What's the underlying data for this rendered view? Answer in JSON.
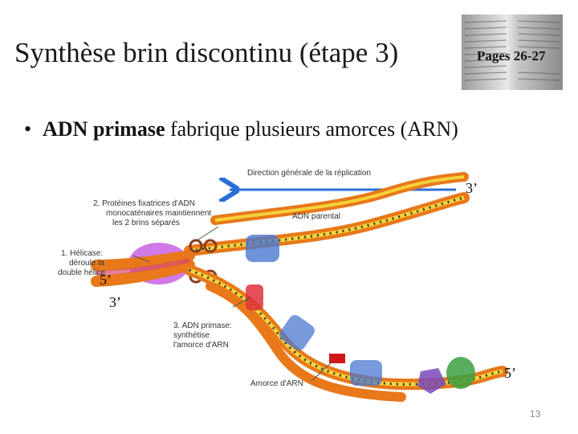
{
  "title": "Synthèse brin discontinu (étape 3)",
  "pages_ref": "Pages 26-27",
  "bullet": {
    "bold": "ADN primase",
    "rest": " fabrique plusieurs amorces (ARN)"
  },
  "diagram": {
    "direction_label": "Direction générale de la réplication",
    "parental_label": "ADN parental",
    "proteins_label": [
      "2. Protéines fixatrices d'ADN",
      "monocaténaires maintiennent",
      "les 2 brins séparés"
    ],
    "helicase_label": [
      "1. Hélicase:",
      "déroule la",
      "double hélice"
    ],
    "primase_label": [
      "3. ADN primase:",
      "synthétise",
      "l'amorce d'ARN"
    ],
    "primer_label": "Amorce d'ARN",
    "end_3_top": "3’",
    "end_5_left": "5’",
    "end_3_left": "3’",
    "end_5_bottom": "5’"
  },
  "slide_number": "13"
}
